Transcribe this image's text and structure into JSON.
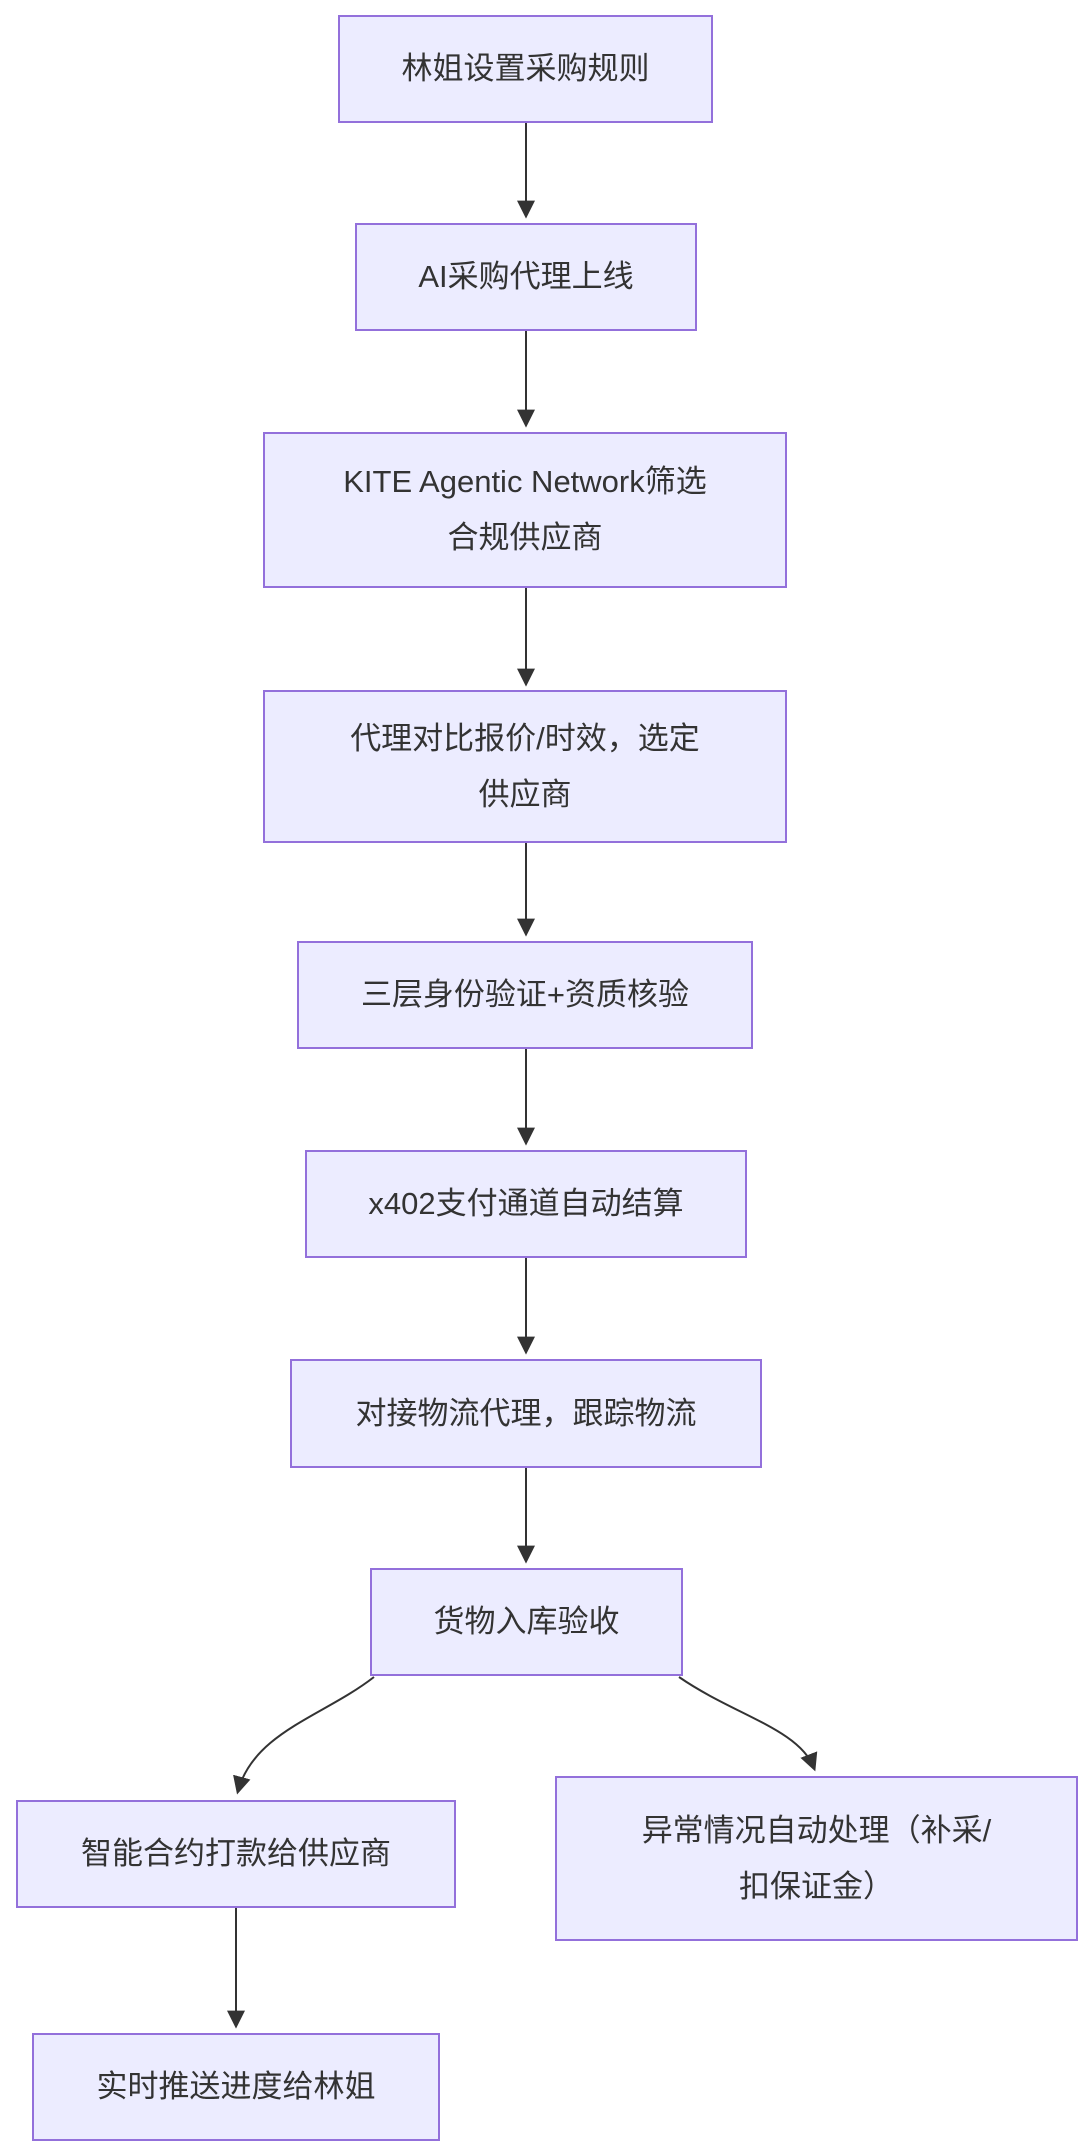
{
  "diagram": {
    "type": "flowchart",
    "direction": "top-down",
    "colors": {
      "background": "#FFFFFF",
      "node_fill": "#ECECFF",
      "node_border": "#9370DB",
      "node_text": "#333333",
      "edge_stroke": "#333333"
    },
    "nodes": {
      "set_rules": {
        "lines": [
          "林姐设置采购规则"
        ]
      },
      "agent_online": {
        "lines": [
          "AI采购代理上线"
        ]
      },
      "kite_screen": {
        "lines": [
          "KITE Agentic Network筛选",
          "合规供应商"
        ]
      },
      "compare_quotes": {
        "lines": [
          "代理对比报价/时效，选定",
          "供应商"
        ]
      },
      "identity_check": {
        "lines": [
          "三层身份验证+资质核验"
        ]
      },
      "x402_settle": {
        "lines": [
          "x402支付通道自动结算"
        ]
      },
      "logistics": {
        "lines": [
          "对接物流代理，跟踪物流"
        ]
      },
      "acceptance": {
        "lines": [
          "货物入库验收"
        ]
      },
      "contract_payment": {
        "lines": [
          "智能合约打款给供应商"
        ]
      },
      "exception_handling": {
        "lines": [
          "异常情况自动处理（补采/",
          "扣保证金）"
        ]
      },
      "push_progress": {
        "lines": [
          "实时推送进度给林姐"
        ]
      }
    },
    "edges": [
      {
        "from": "set_rules",
        "to": "agent_online"
      },
      {
        "from": "agent_online",
        "to": "kite_screen"
      },
      {
        "from": "kite_screen",
        "to": "compare_quotes"
      },
      {
        "from": "compare_quotes",
        "to": "identity_check"
      },
      {
        "from": "identity_check",
        "to": "x402_settle"
      },
      {
        "from": "x402_settle",
        "to": "logistics"
      },
      {
        "from": "logistics",
        "to": "acceptance"
      },
      {
        "from": "acceptance",
        "to": "contract_payment"
      },
      {
        "from": "acceptance",
        "to": "exception_handling"
      },
      {
        "from": "contract_payment",
        "to": "push_progress"
      }
    ]
  }
}
